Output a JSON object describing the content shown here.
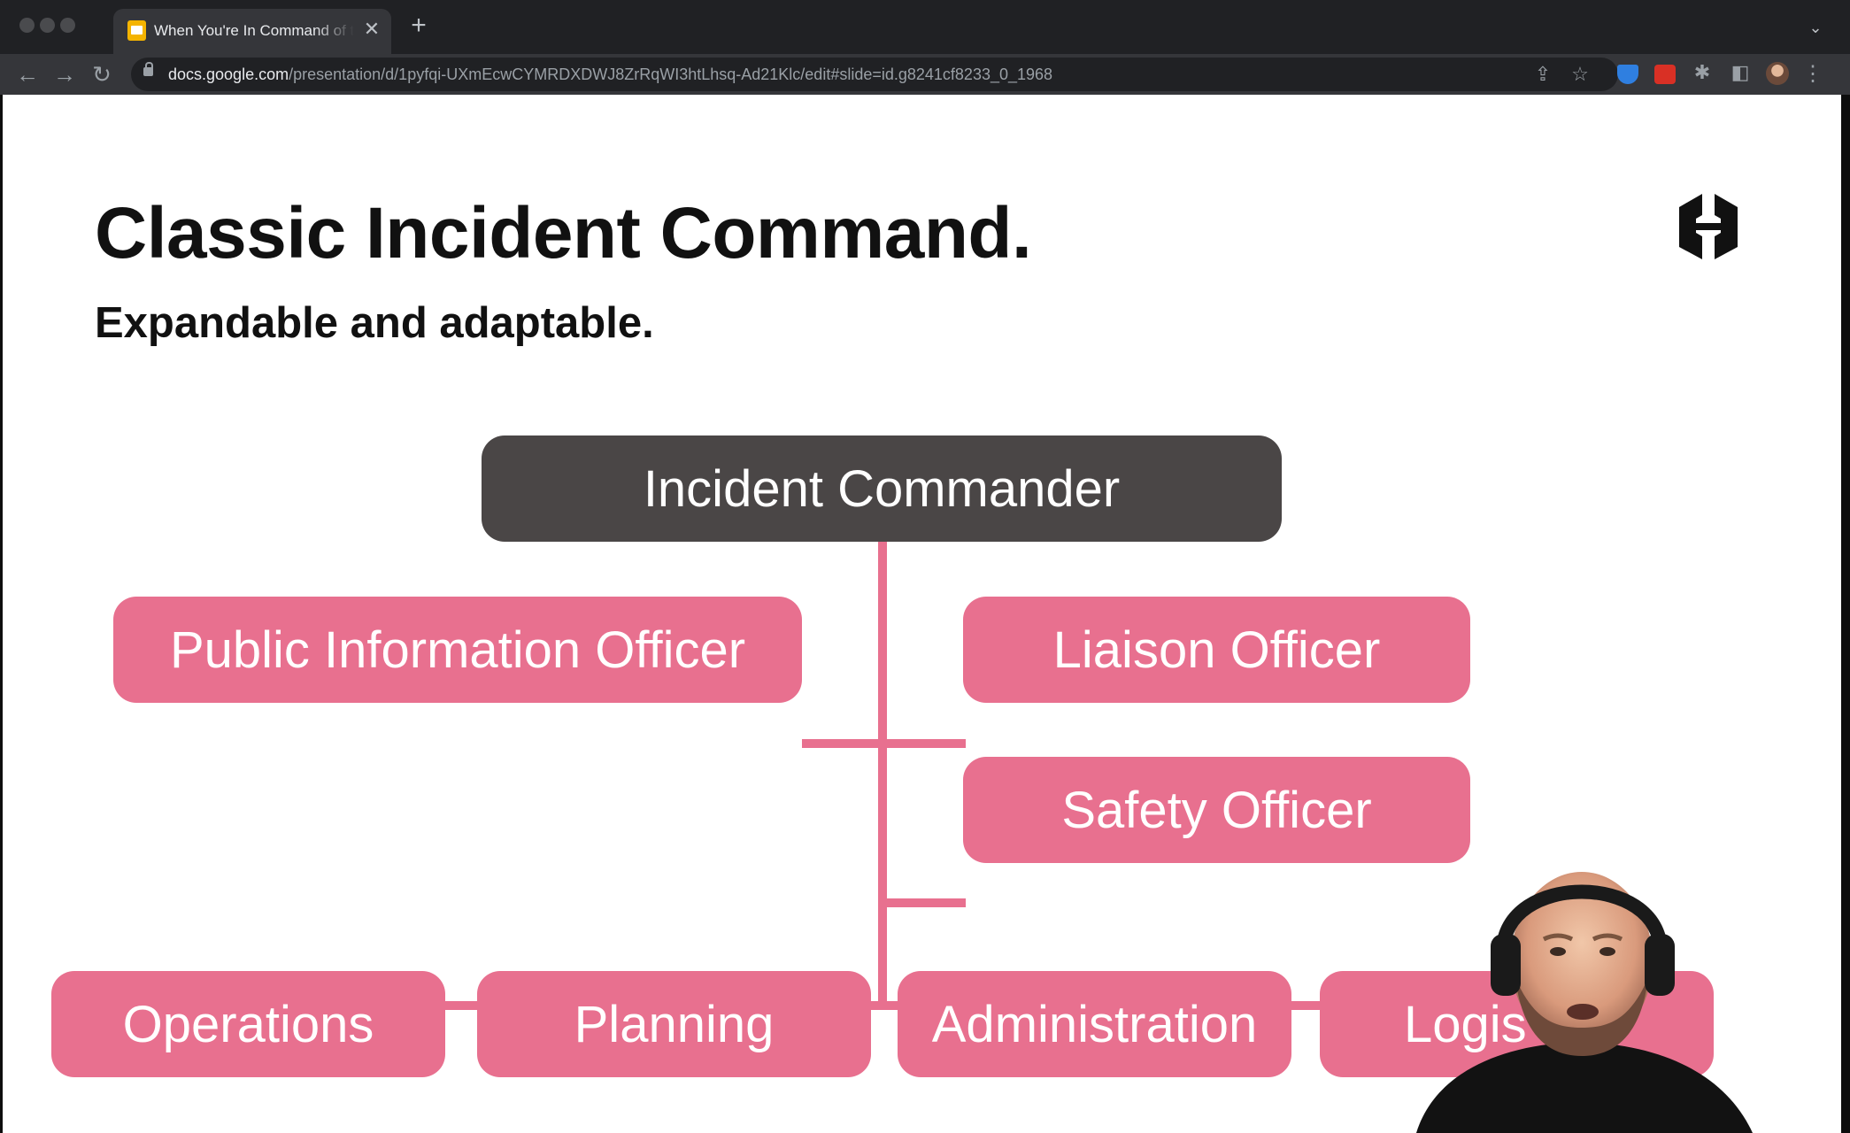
{
  "browser": {
    "tab": {
      "title": "When You're In Command of th",
      "close_glyph": "✕",
      "favicon": "google-slides-icon"
    },
    "new_tab_glyph": "+",
    "tab_list_glyph": "⌄",
    "nav": {
      "back_glyph": "←",
      "forward_glyph": "→",
      "reload_glyph": "↻"
    },
    "url": {
      "host": "docs.google.com",
      "path": "/presentation/d/1pyfqi-UXmEcwCYMRDXDWJ8ZrRqWI3htLhsq-Ad21Klc/edit#slide=id.g8241cf8233_0_1968"
    },
    "share_glyph": "⇪",
    "bookmark_glyph": "☆",
    "extensions_glyph": "✱",
    "sidepanel_glyph": "◧",
    "menu_glyph": "⋮",
    "colors": {
      "tabbar": "#202124",
      "toolbar": "#35363a",
      "ext_blue": "#2f7fe0",
      "ext_red": "#d93025"
    }
  },
  "slide": {
    "title": "Classic Incident Command.",
    "subtitle": "Expandable and adaptable.",
    "logo": "hashicorp-logo",
    "org_chart": {
      "commander": "Incident Commander",
      "command_staff": {
        "left": "Public Information Officer",
        "right_top": "Liaison Officer",
        "right_bottom": "Safety Officer"
      },
      "sections": [
        "Operations",
        "Planning",
        "Administration",
        "Logis"
      ]
    },
    "colors": {
      "accent_pink": "#e8708f",
      "commander_box": "#4a4646",
      "background": "#ffffff"
    }
  },
  "webcam": {
    "content": "presenter-video"
  }
}
